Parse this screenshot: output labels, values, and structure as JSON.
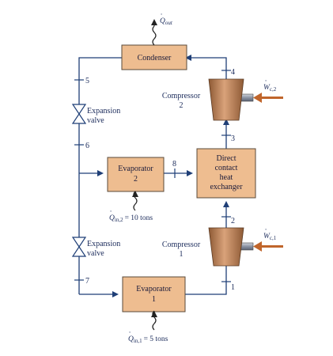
{
  "heat_out": {
    "symbol": "Q",
    "subscript": "out"
  },
  "components": {
    "condenser": "Condenser",
    "compressor_2": [
      "Compressor",
      "2"
    ],
    "compressor_1": [
      "Compressor",
      "1"
    ],
    "expansion_valve_upper": [
      "Expansion",
      "valve"
    ],
    "expansion_valve_lower": [
      "Expansion",
      "valve"
    ],
    "evaporator_2": [
      "Evaporator",
      "2"
    ],
    "evaporator_1": [
      "Evaporator",
      "1"
    ],
    "heat_exchanger": [
      "Direct",
      "contact",
      "heat",
      "exchanger"
    ]
  },
  "work": {
    "compressor_2": {
      "symbol": "W",
      "subscript": "c,2"
    },
    "compressor_1": {
      "symbol": "W",
      "subscript": "c,1"
    }
  },
  "heat_in": {
    "evaporator_2": {
      "symbol": "Q",
      "subscript": "in,2",
      "value": "= 10 tons"
    },
    "evaporator_1": {
      "symbol": "Q",
      "subscript": "in,1",
      "value": "= 5 tons"
    }
  },
  "states": [
    "1",
    "2",
    "3",
    "4",
    "5",
    "6",
    "7",
    "8"
  ],
  "colors": {
    "box_fill": "#eebd90",
    "box_stroke": "#5a4a3a",
    "line": "#1f3f77",
    "compressor": "#b87c50",
    "work_arrow": "#c0652b",
    "heat_arrow": "#3a3a3a"
  }
}
